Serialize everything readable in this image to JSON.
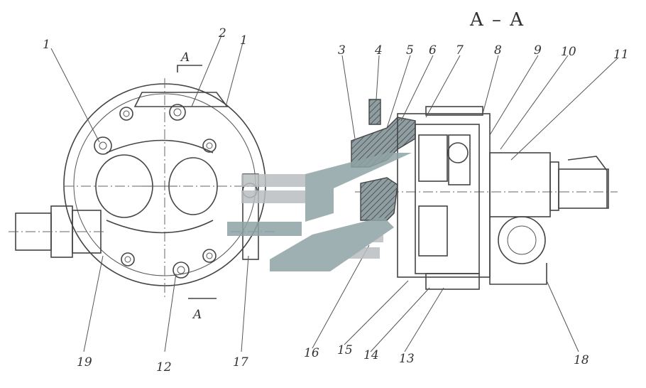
{
  "drawing": {
    "section_title": "A – A",
    "view_arrow_top": "A",
    "view_arrow_bottom": "A",
    "left_view_callouts": [
      {
        "id": "lv-1",
        "label": "1"
      },
      {
        "id": "lv-2",
        "label": "2"
      },
      {
        "id": "lv-3",
        "label": "1"
      },
      {
        "id": "lv-19",
        "label": "19"
      },
      {
        "id": "lv-12",
        "label": "12"
      },
      {
        "id": "lv-17",
        "label": "17"
      }
    ],
    "section_callouts": [
      {
        "id": "s-3",
        "label": "3"
      },
      {
        "id": "s-4",
        "label": "4"
      },
      {
        "id": "s-5",
        "label": "5"
      },
      {
        "id": "s-6",
        "label": "6"
      },
      {
        "id": "s-7",
        "label": "7"
      },
      {
        "id": "s-8",
        "label": "8"
      },
      {
        "id": "s-9",
        "label": "9"
      },
      {
        "id": "s-10",
        "label": "10"
      },
      {
        "id": "s-11",
        "label": "11"
      },
      {
        "id": "s-16",
        "label": "16"
      },
      {
        "id": "s-15",
        "label": "15"
      },
      {
        "id": "s-14",
        "label": "14"
      },
      {
        "id": "s-13",
        "label": "13"
      },
      {
        "id": "s-18",
        "label": "18"
      }
    ]
  },
  "colors": {
    "line": "#444444",
    "hatch_fill": "#9aa9ad",
    "watermark_teal": "#8fa3a6",
    "watermark_gray": "#b9bec0"
  }
}
